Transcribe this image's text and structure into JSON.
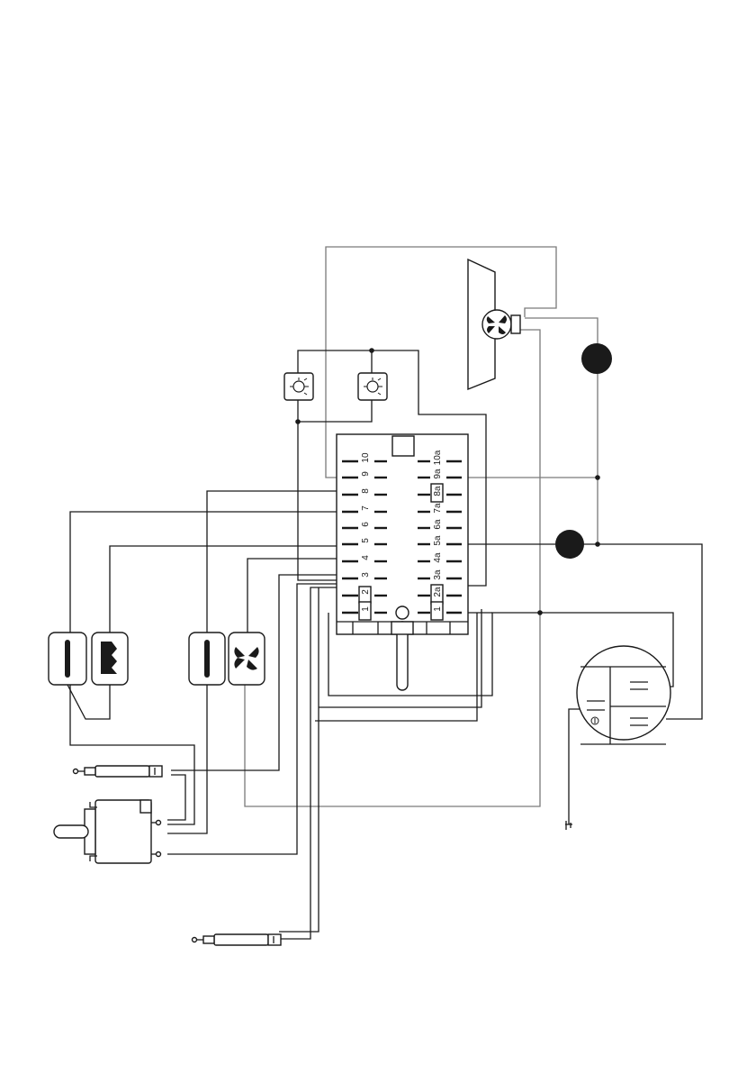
{
  "selector_switch": {
    "left_terminals": [
      "10",
      "9",
      "8",
      "7",
      "6",
      "5",
      "4",
      "3",
      "2",
      "1"
    ],
    "right_terminals": [
      "10a",
      "9a",
      "8a",
      "7a",
      "6a",
      "5a",
      "4a",
      "3a",
      "2a",
      "1"
    ]
  },
  "components": [
    {
      "name": "fan-motor",
      "icon": "fan-icon"
    },
    {
      "name": "thermostat-1",
      "icon": "thermostat-icon"
    },
    {
      "name": "thermostat-2",
      "icon": "thermostat-icon"
    },
    {
      "name": "lower-heating-element",
      "icon": "element-bar-icon"
    },
    {
      "name": "grill-element",
      "icon": "grill-icon"
    },
    {
      "name": "upper-heating-element",
      "icon": "element-bar-icon"
    },
    {
      "name": "fan-element",
      "icon": "fan-icon"
    },
    {
      "name": "indicator-lamp-1",
      "icon": "lamp-icon"
    },
    {
      "name": "indicator-lamp-2",
      "icon": "lamp-icon"
    },
    {
      "name": "terminal-block",
      "icon": "terminal-block-icon"
    },
    {
      "name": "oven-lamp-1",
      "icon": "lamp-icon"
    },
    {
      "name": "oven-lamp-2",
      "icon": "lamp-icon"
    },
    {
      "name": "toggle-switch",
      "icon": "switch-icon"
    },
    {
      "name": "earth",
      "icon": "ground-icon"
    }
  ]
}
